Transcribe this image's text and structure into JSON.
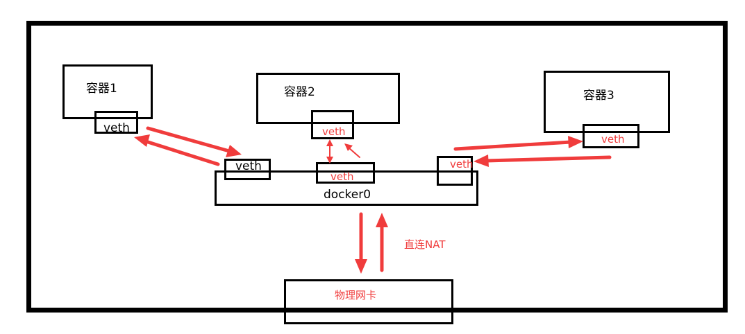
{
  "colors": {
    "border": "#000000",
    "arrow": "#f03c3c",
    "red_text": "#f03c3c"
  },
  "containers": [
    {
      "label": "容器1",
      "veth_label": "veth"
    },
    {
      "label": "容器2",
      "veth_label": "veth"
    },
    {
      "label": "容器3",
      "veth_label": "veth"
    }
  ],
  "bridge": {
    "label": "docker0",
    "veth_left": "veth",
    "veth_center": "veth",
    "veth_right": "veth"
  },
  "nat_label": "直连NAT",
  "nic_label": "物理网卡"
}
